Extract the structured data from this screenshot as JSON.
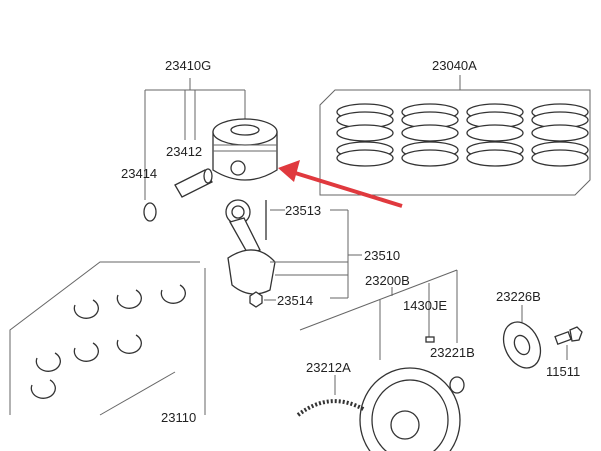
{
  "diagram": {
    "labels": {
      "piston_assembly": "23410G",
      "piston_ring_set": "23040A",
      "piston_pin": "23412",
      "snap_ring": "23414",
      "rod_bolt": "23513",
      "connecting_rod": "23510",
      "rod_nut": "23514",
      "flywheel_assembly": "23200B",
      "dowel_pin": "1430JE",
      "bushing": "23221B",
      "reinforcement_plate": "23226B",
      "flywheel_bolt": "11511",
      "ring_gear": "23212A",
      "crankshaft": "23110"
    },
    "colors": {
      "arrow": "#e0393e"
    }
  }
}
